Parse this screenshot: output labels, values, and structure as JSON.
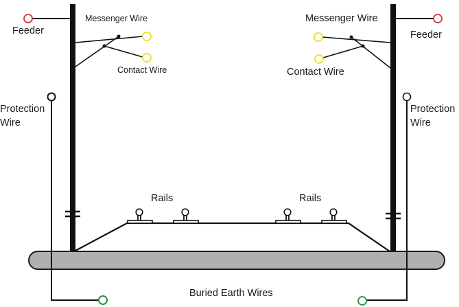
{
  "labels": {
    "feeder_left": "Feeder",
    "feeder_right": "Feeder",
    "messenger_left": "Messenger Wire",
    "messenger_right": "Messenger Wire",
    "contact_left": "Contact Wire",
    "contact_right": "Contact Wire",
    "protection_left_line1": "Protection",
    "protection_left_line2": "Wire",
    "protection_right_line1": "Protection",
    "protection_right_line2": "Wire",
    "rails_left": "Rails",
    "rails_right": "Rails",
    "buried": "Buried Earth Wires"
  },
  "colors": {
    "feeder": "#e03030",
    "contact": "#e8e020",
    "earth_terminal": "#2e8b4e",
    "protection_terminal": "#111111",
    "ground": "#b0b0b0",
    "line": "#111111"
  }
}
